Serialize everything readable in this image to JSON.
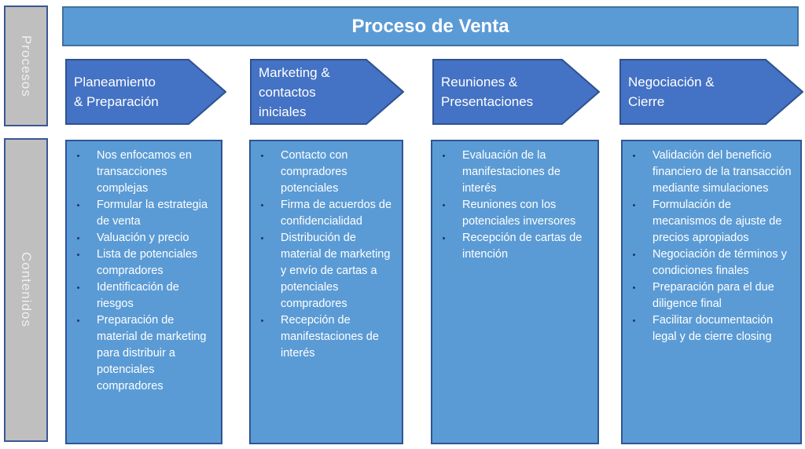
{
  "header": {
    "title": "Proceso de Venta"
  },
  "sidebar": {
    "procesos_label": "Procesos",
    "contenidos_label": "Contenidos"
  },
  "stages": [
    {
      "label": "Planeamiento\n& Preparación",
      "items": [
        "Nos enfocamos en transacciones complejas",
        "Formular la estrategia de venta",
        "Valuación y precio",
        "Lista de potenciales compradores",
        "Identificación de riesgos",
        "Preparación de material de marketing para distribuir a potenciales compradores"
      ]
    },
    {
      "label": "Marketing &\ncontactos\niniciales",
      "items": [
        "Contacto con compradores potenciales",
        "Firma de acuerdos de confidencialidad",
        "Distribución de material de marketing y envío de cartas a potenciales compradores",
        "Recepción de manifestaciones de interés"
      ]
    },
    {
      "label": "Reuniones &\nPresentaciones",
      "items": [
        "Evaluación de la manifestaciones de interés",
        "Reuniones con los potenciales inversores",
        "Recepción de cartas de intención"
      ]
    },
    {
      "label": "Negociación &\nCierre",
      "items": [
        "Validación del beneficio financiero de la transacción mediante simulaciones",
        "Formulación de mecanismos de ajuste de precios apropiados",
        "Negociación de términos y condiciones finales",
        "Preparación para el due diligence final",
        "Facilitar documentación legal y de cierre closing"
      ]
    }
  ],
  "colors": {
    "header_fill": "#5B9BD5",
    "header_border": "#41719C",
    "arrow_fill": "#4472C4",
    "arrow_border": "#2F528F",
    "box_fill": "#5B9BD5",
    "box_border": "#2F5496",
    "sidebar_fill": "#BFBFBF",
    "sidebar_border": "#3A5795",
    "text_light": "#FFFFFF",
    "sidebar_text": "#EFEFEF",
    "bullet_color": "#1F3864"
  }
}
